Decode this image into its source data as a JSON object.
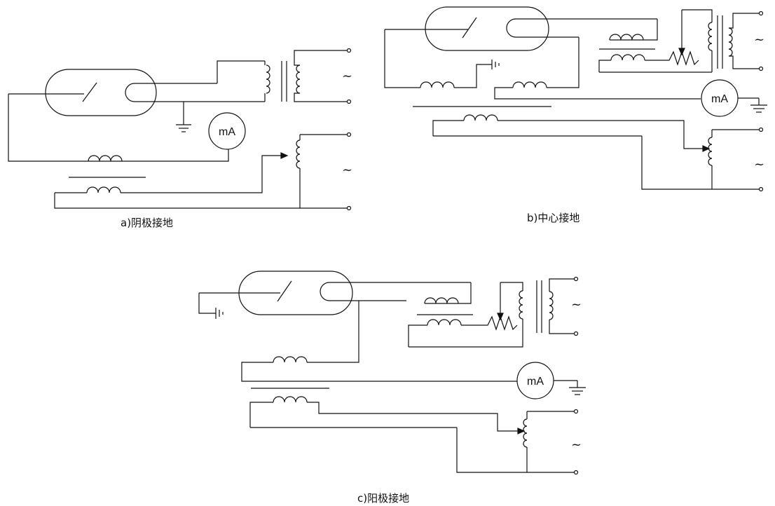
{
  "diagrams": [
    {
      "id": "a",
      "caption": "a)阴极接地",
      "meter": "mA",
      "ac_symbol": "~"
    },
    {
      "id": "b",
      "caption": "b)中心接地",
      "meter": "mA",
      "ac_symbol": "~"
    },
    {
      "id": "c",
      "caption": "c)阳极接地",
      "meter": "mA",
      "ac_symbol": "~"
    }
  ]
}
